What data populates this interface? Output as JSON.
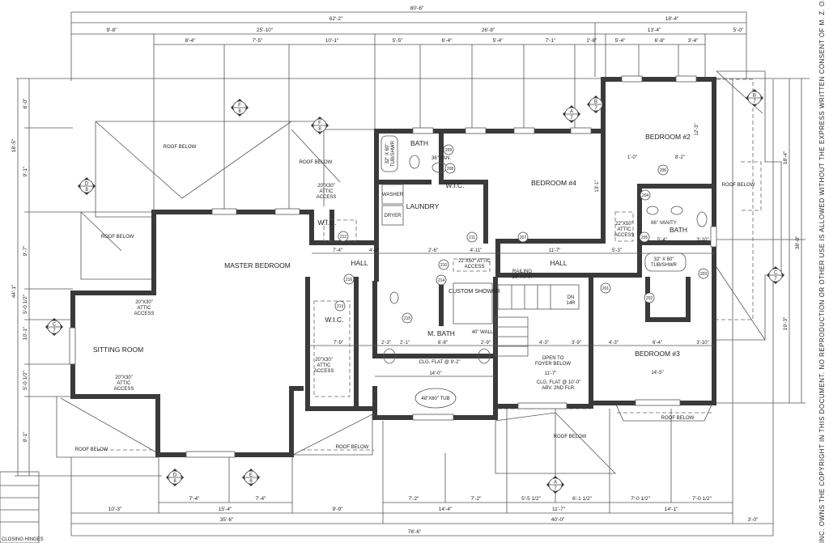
{
  "dimensions": {
    "top": {
      "overall": "80'-6\"",
      "row2": [
        "62'-2\"",
        "18'-4\""
      ],
      "row3": [
        "9'-8\"",
        "25'-10\"",
        "26'-8\"",
        "13'-4\"",
        "5'-0\""
      ],
      "row4": [
        "8'-4\"",
        "7'-5\"",
        "10'-1\"",
        "5'-5\"",
        "6'-4\"",
        "5'-4\"",
        "7'-1\"",
        "2'-6\"",
        "5'-4\"",
        "6'-8\"",
        "3'-4\""
      ]
    },
    "bottom": {
      "row1": [
        "7'-4\"",
        "7'-4\"",
        "7'-2\"",
        "7'-2\"",
        "5'-5 1/2\"",
        "6'-1 1/2\"",
        "7'-0 1/2\"",
        "7'-0 1/2\""
      ],
      "row2": [
        "10'-3\"",
        "15'-4\"",
        "9'-9\"",
        "14'-4\"",
        "11'-7\"",
        "14'-1\""
      ],
      "row3": [
        "35'-6\"",
        "40'-0\"",
        "3'-0\""
      ],
      "overall": "78'-6\""
    },
    "left": [
      "6'-0\"",
      "9'-1\"",
      "9'-7\"",
      "5'-0 1/2\"",
      "10'-1\"",
      "5'-0 1/2\"",
      "9'-1\"",
      "18'-5\"",
      "44'-1\""
    ],
    "right": [
      "18'-4\"",
      "38'-0\"",
      "19'-3\""
    ],
    "interior": [
      "7'-4\"",
      "4'-4\"",
      "2'-6\"",
      "4'-11\"",
      "11'-7\"",
      "5'-3\"",
      "7'-9\"",
      "2'-3\"",
      "2'-1\"",
      "6'-8\"",
      "2'-9\"",
      "14'-0\"",
      "4'-3\"",
      "3'-9\"",
      "11'-7\"",
      "4'-3\"",
      "6'-4\"",
      "3'-10\"",
      "14'-5\"",
      "1'-0\"",
      "8'-2\"",
      "5'-4\"",
      "3'-10\"",
      "12'-3\"",
      "13'-1\""
    ]
  },
  "rooms": {
    "master_bedroom": "MASTER BEDROOM",
    "sitting_room": "SITTING ROOM",
    "bath": "BATH",
    "wic_bath": "W.I.C.",
    "laundry": "LAUNDRY",
    "washer": "WASHER",
    "dryer": "DRYER",
    "bedroom4": "BEDROOM #4",
    "bedroom2": "BEDROOM #2",
    "bedroom3": "BEDROOM #3",
    "hall_left": "HALL",
    "hall_right": "HALL",
    "wic_master_top": "W.I.C.",
    "wic_master": "W.I.C.",
    "m_bath": "M. BATH",
    "custom_shower": "CUSTOM SHOWER",
    "bath2": "BATH"
  },
  "roof_below": [
    "ROOF BELOW",
    "ROOF BELOW",
    "ROOF BELOW",
    "ROOF BELOW",
    "ROOF BELOW",
    "ROOF BELOW",
    "ROOF BELOW",
    "ROOF BELOW"
  ],
  "notes": {
    "tub_shwr_1": [
      "32\" X 60\"",
      "TUB/SHWR"
    ],
    "tub_shwr_2": [
      "32\" X 60\"",
      "TUB/SHWR"
    ],
    "vanity_36": "36\" VAN.",
    "vanity_66": "66\" VANITY",
    "tub_48": "48\"X60\" TUB",
    "attic_1": [
      "20\"X30\"",
      "ATTIC",
      "ACCESS"
    ],
    "attic_2": [
      "20\"X30\"",
      "ATTIC",
      "ACCESS"
    ],
    "attic_3": [
      "20\"X30\"",
      "ATTIC",
      "ACCESS"
    ],
    "attic_4": [
      "20\"X30\"",
      "ATTIC",
      "ACCESS"
    ],
    "attic_5": [
      "22\"X50\" ATTIC",
      "ACCESS"
    ],
    "attic_6": [
      "22\"X50\"",
      "ATTIC",
      "ACCESS"
    ],
    "railing": [
      "RAILING",
      "36\" A.F.F."
    ],
    "stairs_dn": [
      "DN",
      "14R"
    ],
    "wall_40": "40\" WALL",
    "open_foyer": [
      "OPEN TO",
      "FOYER BELOW"
    ],
    "clg_master": "CLG. FLAT @ 9'-2\"",
    "clg_foyer": [
      "CLG. FLAT @ 10'-0\"",
      "ABV. 2ND FLR."
    ]
  },
  "doors": [
    "201",
    "202",
    "203",
    "204",
    "205",
    "206",
    "207",
    "208",
    "209",
    "210",
    "211",
    "212",
    "213",
    "214",
    "215",
    "216"
  ],
  "section_markers": [
    {
      "letter": "F",
      "sheet": "8"
    },
    {
      "letter": "F",
      "sheet": "8"
    },
    {
      "letter": "D",
      "sheet": "8"
    },
    {
      "letter": "C",
      "sheet": "7"
    },
    {
      "letter": "A",
      "sheet": "7"
    },
    {
      "letter": "B",
      "sheet": "7"
    },
    {
      "letter": "C",
      "sheet": "7"
    },
    {
      "letter": "D",
      "sheet": "8"
    },
    {
      "letter": "E",
      "sheet": "8"
    },
    {
      "letter": "A",
      "sheet": "7"
    },
    {
      "letter": "B",
      "sheet": "7"
    }
  ],
  "copyright_notice": "INC. OWNS THE COPYRIGHT IN THIS DOCUMENT. NO REPRODUCTION OR OTHER USE IS ALLOWED WITHOUT THE EXPRESS WRITTEN CONSENT OF M. Z. O. ARCHITECTS",
  "legend_snippet": "CLOSING HINGES",
  "colors": {
    "wall": "#3a3a3a",
    "line": "#555555",
    "background": "#ffffff"
  }
}
